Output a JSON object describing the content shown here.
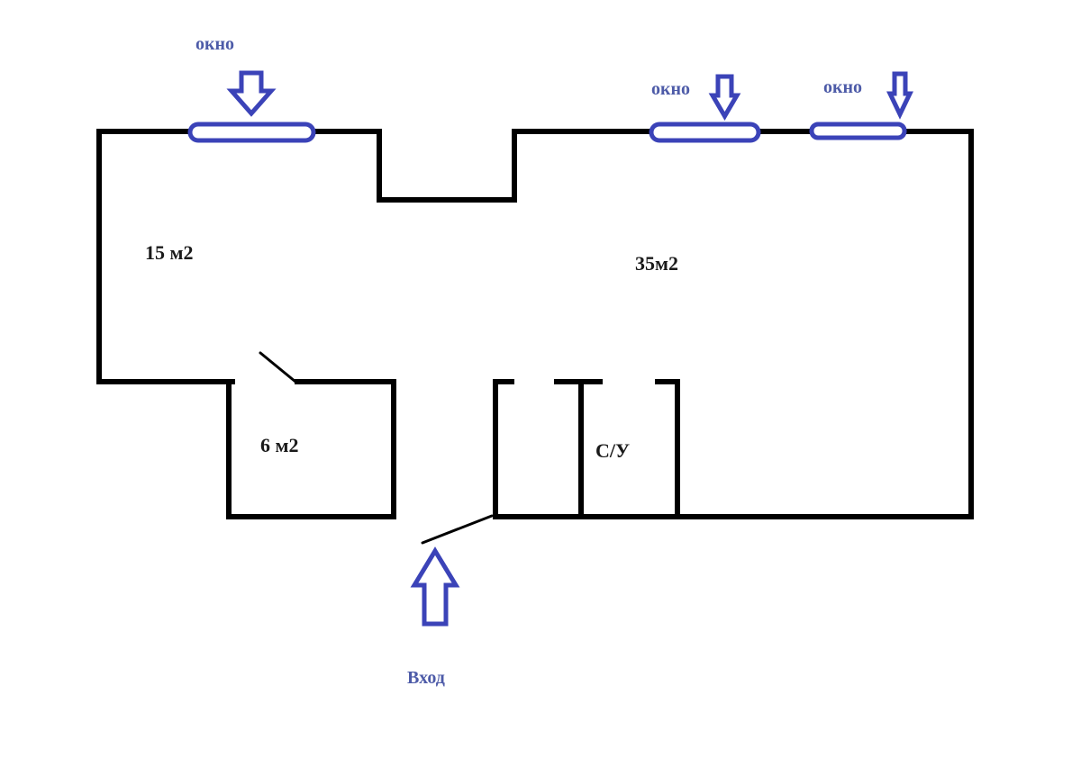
{
  "floorplan": {
    "rooms": [
      {
        "id": "room-15",
        "label": "15 м2"
      },
      {
        "id": "room-35",
        "label": "35м2"
      },
      {
        "id": "room-6",
        "label": "6 м2"
      },
      {
        "id": "bathroom",
        "label": "С/У"
      }
    ],
    "windows": [
      {
        "id": "window-1",
        "label": "окно"
      },
      {
        "id": "window-2",
        "label": "окно"
      },
      {
        "id": "window-3",
        "label": "окно"
      }
    ],
    "entrance": {
      "label": "Вход"
    },
    "colors": {
      "walls": "#000000",
      "annotations": "#3b43b8",
      "annotation_text": "#4d5ba8",
      "room_text": "#1a1a1a",
      "background": "#ffffff"
    }
  }
}
